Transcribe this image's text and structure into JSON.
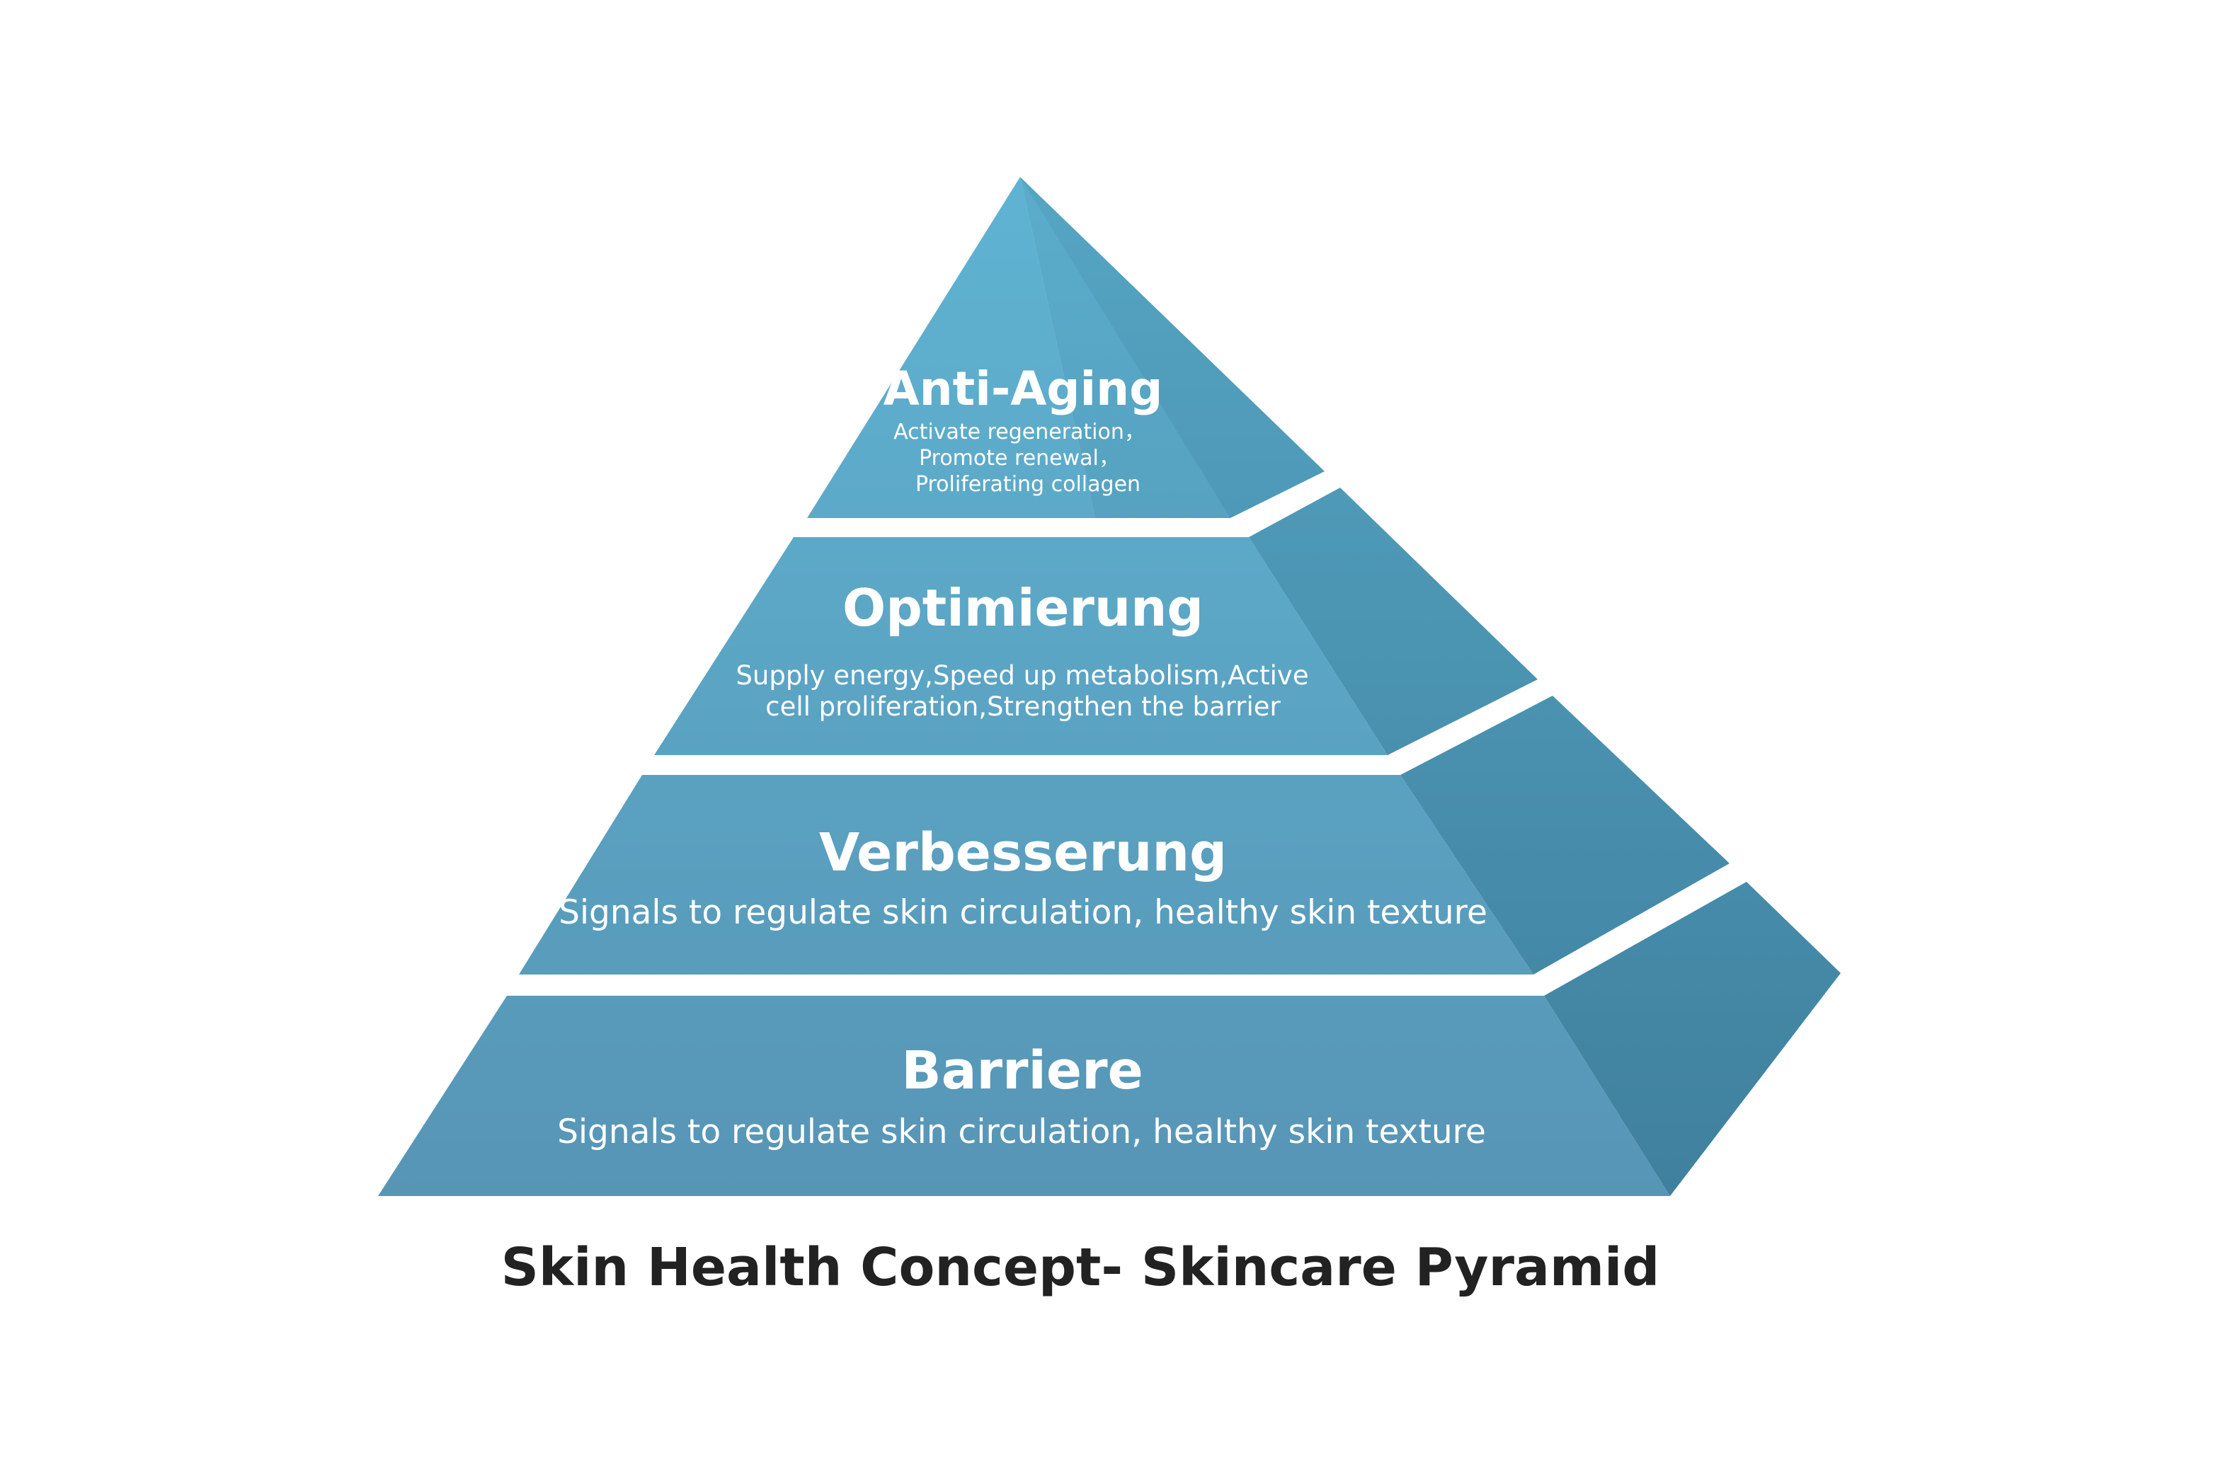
{
  "colors": {
    "front_top": "#5fb3d2",
    "front_bottom": "#5795b5",
    "side_top": "#55a5c3",
    "side_bottom": "#3f809e",
    "caption": "#222222"
  },
  "levels": [
    {
      "title": "Anti-Aging",
      "lines": [
        "Activate regeneration，",
        "Promote renewal，",
        "Proliferating collagen"
      ]
    },
    {
      "title": "Optimierung",
      "lines": [
        "Supply energy,Speed up metabolism,Active",
        "cell proliferation,Strengthen the barrier"
      ]
    },
    {
      "title": "Verbesserung",
      "lines": [
        "Signals to regulate skin circulation, healthy skin texture"
      ]
    },
    {
      "title": "Barriere",
      "lines": [
        "Signals to regulate skin circulation, healthy skin texture"
      ]
    }
  ],
  "caption": "Skin Health Concept- Skincare Pyramid"
}
